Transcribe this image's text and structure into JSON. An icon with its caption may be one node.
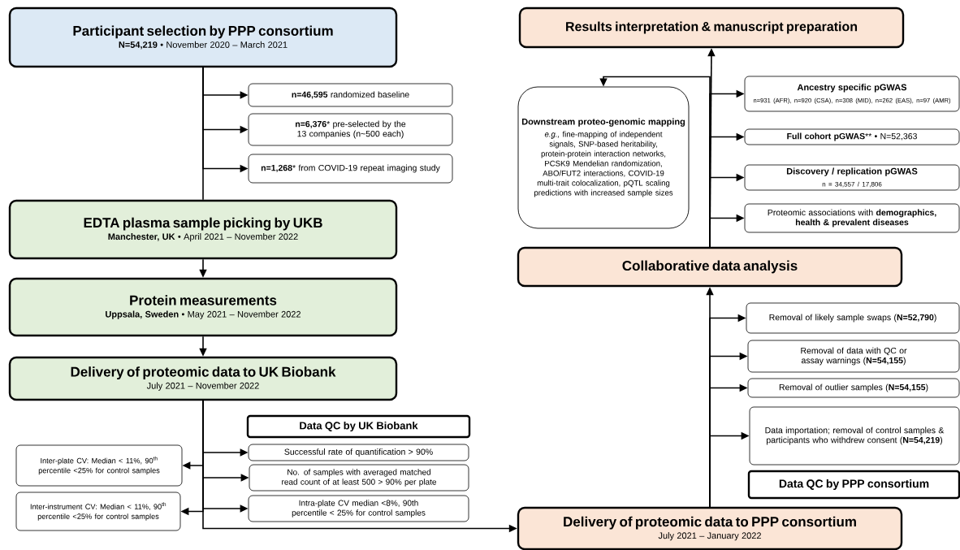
{
  "diagram": {
    "nodes": [
      {
        "text": [
          "Participant selection by PPP consortium",
          "**N=54,219** • November 2020 – March 2021"
        ]
      },
      {
        "text": [
          "**n=46,595** randomized baseline"
        ]
      },
      {
        "text": [
          "**n=6,376*** pre-selected by the 13 companies (n~500 each)"
        ]
      },
      {
        "text": [
          "**n=1,268*** from COVID-19 repeat imaging study"
        ]
      },
      {
        "text": [
          "EDTA plasma sample picking by UKB",
          "**Manchester, UK** • April 2021 – November 2022"
        ]
      },
      {
        "text": [
          "Protein measurements",
          "**Uppsala, Sweden** • May 2021 – November 2022"
        ]
      },
      {
        "text": [
          "Delivery of proteomic data to UK Biobank",
          "July 2021 – November 2022"
        ]
      },
      {
        "text": [
          "Data QC by UK Biobank"
        ]
      },
      {
        "text": [
          "Successful rate of quantification > 90%"
        ]
      },
      {
        "text": [
          "No. of samples with averaged matched read count of at least 500 > 90% per plate"
        ]
      },
      {
        "text": [
          "Intra-plate CV median <8%, 90th percentile < 25% for control samples"
        ]
      },
      {
        "text": [
          "Inter-plate CV: Median < 11%, 90$^{th}$ percentile <25% for control samples"
        ]
      },
      {
        "text": [
          "Inter-instrument CV: Median < 11%, 90$^{th}$ percentile <25% for control samples"
        ]
      },
      {
        "text": [
          "Delivery of proteomic data to PPP consortium",
          "July 2021 – January 2022"
        ]
      },
      {
        "text": [
          "Data QC by PPP consortium"
        ]
      },
      {
        "text": [
          "Data importation; removal of control samples & participants who withdrew consent (**N=54,219**)"
        ]
      },
      {
        "text": [
          "Removal of outlier samples (**N=54,155**)"
        ]
      },
      {
        "text": [
          "Removal of data with QC or assay warnings (**N=54,155**)"
        ]
      },
      {
        "text": [
          "Removal of likely sample swaps (**N=52,790**)"
        ]
      },
      {
        "text": [
          "Collaborative data analysis"
        ]
      },
      {
        "text": [
          "Downstream proteo-genomic mapping",
          "*e.g.,* fine-mapping of independent signals, SNP-based heritability, protein-protein interaction networks, PCSK9 Mendelian randomization, ABO/FUT2 interactions, COVID-19 multi-trait colocalization, pQTL scaling predictions with increased sample sizes"
        ]
      },
      {
        "text": [
          "Ancestry specific pGWAS",
          "n=931 (AFR), n=920 (CSA), n=308 (MID), n=262 (EAS), n=97 (AMR)"
        ]
      },
      {
        "text": [
          "**Full cohort pGWAS**** • N=52,363"
        ]
      },
      {
        "text": [
          "Discovery / replication pGWAS",
          "n = 34,557 / 17,806"
        ]
      },
      {
        "text": [
          "Proteomic associations with **demographics, health & prevalent diseases**"
        ]
      },
      {
        "text": [
          "Results interpretation & manuscript preparation"
        ]
      }
    ],
    "edges": [
      {
        "from": 0,
        "to": 1,
        "arrow": "to"
      },
      {
        "from": 0,
        "to": 2,
        "arrow": "to"
      },
      {
        "from": 0,
        "to": 3,
        "arrow": "to"
      },
      {
        "from": 0,
        "to": 4,
        "arrow": "none"
      },
      {
        "from": 4,
        "to": 5,
        "arrow": "to"
      },
      {
        "from": 5,
        "to": 6,
        "arrow": "to"
      },
      {
        "from": 6,
        "to": 8,
        "arrow": "to"
      },
      {
        "from": 6,
        "to": 9,
        "arrow": "to"
      },
      {
        "from": 6,
        "to": 10,
        "arrow": "to"
      },
      {
        "from": 6,
        "to": 11,
        "arrow": "to"
      },
      {
        "from": 6,
        "to": 12,
        "arrow": "to"
      },
      {
        "from": 6,
        "to": 13,
        "arrow": "to"
      },
      {
        "from": 13,
        "to": 15,
        "arrow": "to"
      },
      {
        "from": 13,
        "to": 16,
        "arrow": "to"
      },
      {
        "from": 13,
        "to": 17,
        "arrow": "to"
      },
      {
        "from": 13,
        "to": 18,
        "arrow": "to"
      },
      {
        "from": 13,
        "to": 19,
        "arrow": "to"
      },
      {
        "from": 19,
        "to": 24,
        "arrow": "to"
      },
      {
        "from": 19,
        "to": 23,
        "arrow": "to"
      },
      {
        "from": 19,
        "to": 22,
        "arrow": "to"
      },
      {
        "from": 19,
        "to": 21,
        "arrow": "to"
      },
      {
        "from": 19,
        "to": 20,
        "arrow": "to"
      },
      {
        "from": 19,
        "to": 25,
        "arrow": "to"
      }
    ]
  }
}
